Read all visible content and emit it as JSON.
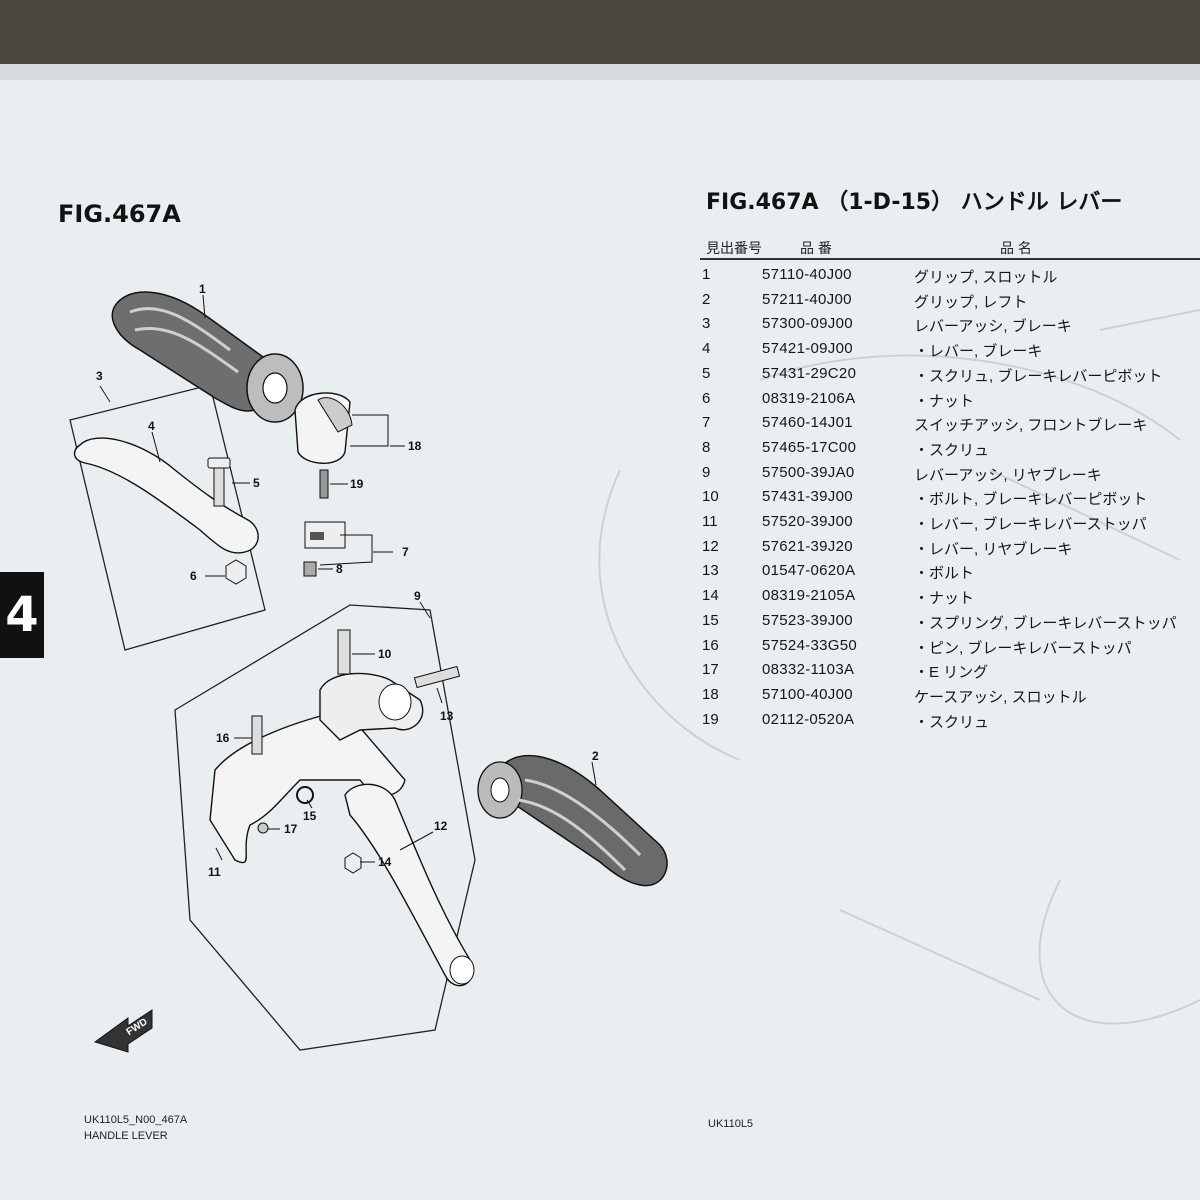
{
  "left_title": "FIG.467A",
  "right_title": "FIG.467A （1-D-15） ハンドル レバー",
  "tab_number": "4",
  "table_header": {
    "ref_no": "見出番号",
    "part_no": "品 番",
    "name": "品 名"
  },
  "parts": [
    {
      "ref": "1",
      "part": "57110-40J00",
      "name": "グリップ, スロットル"
    },
    {
      "ref": "2",
      "part": "57211-40J00",
      "name": "グリップ, レフト"
    },
    {
      "ref": "3",
      "part": "57300-09J00",
      "name": "レバーアッシ, ブレーキ"
    },
    {
      "ref": "4",
      "part": "57421-09J00",
      "name": "・レバー, ブレーキ"
    },
    {
      "ref": "5",
      "part": "57431-29C20",
      "name": "・スクリュ, ブレーキレバーピボット"
    },
    {
      "ref": "6",
      "part": "08319-2106A",
      "name": "・ナット"
    },
    {
      "ref": "7",
      "part": "57460-14J01",
      "name": "スイッチアッシ, フロントブレーキ"
    },
    {
      "ref": "8",
      "part": "57465-17C00",
      "name": "・スクリュ"
    },
    {
      "ref": "9",
      "part": "57500-39JA0",
      "name": "レバーアッシ, リヤブレーキ"
    },
    {
      "ref": "10",
      "part": "57431-39J00",
      "name": "・ボルト, ブレーキレバーピボット"
    },
    {
      "ref": "11",
      "part": "57520-39J00",
      "name": "・レバー, ブレーキレバーストッパ"
    },
    {
      "ref": "12",
      "part": "57621-39J20",
      "name": "・レバー, リヤブレーキ"
    },
    {
      "ref": "13",
      "part": "01547-0620A",
      "name": "・ボルト"
    },
    {
      "ref": "14",
      "part": "08319-2105A",
      "name": "・ナット"
    },
    {
      "ref": "15",
      "part": "57523-39J00",
      "name": "・スプリング, ブレーキレバーストッパ"
    },
    {
      "ref": "16",
      "part": "57524-33G50",
      "name": "・ピン, ブレーキレバーストッパ"
    },
    {
      "ref": "17",
      "part": "08332-1103A",
      "name": "・E リング"
    },
    {
      "ref": "18",
      "part": "57100-40J00",
      "name": "ケースアッシ, スロットル"
    },
    {
      "ref": "19",
      "part": "02112-0520A",
      "name": "・スクリュ"
    }
  ],
  "callouts": [
    "1",
    "2",
    "3",
    "4",
    "5",
    "6",
    "7",
    "8",
    "9",
    "10",
    "11",
    "12",
    "13",
    "14",
    "15",
    "16",
    "17",
    "18",
    "19"
  ],
  "footer": {
    "left_code": "UK110L5_N00_467A",
    "left_caption": "HANDLE LEVER",
    "center_code": "UK110L5"
  },
  "fwd_label": "FWD"
}
